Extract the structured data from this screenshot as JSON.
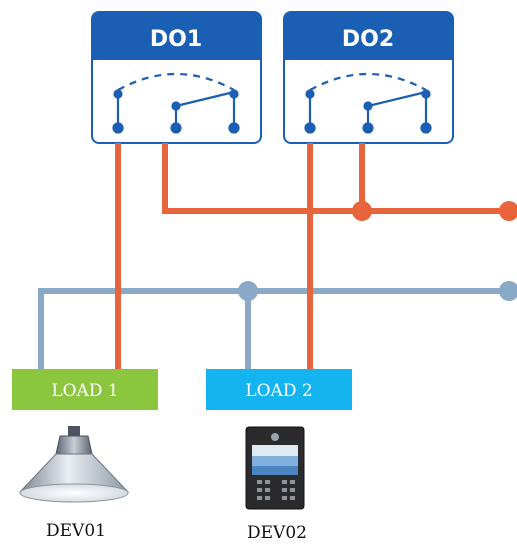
{
  "relays": [
    {
      "label": "DO1"
    },
    {
      "label": "DO2"
    }
  ],
  "loads": [
    {
      "label": "LOAD 1",
      "color": "#8cc63f"
    },
    {
      "label": "LOAD 2",
      "color": "#14b4f0"
    }
  ],
  "devices": [
    {
      "label": "DEV01",
      "icon": "high-bay-lamp-icon"
    },
    {
      "label": "DEV02",
      "icon": "video-intercom-panel-icon"
    }
  ],
  "colors": {
    "relay_header": "#1a5fb4",
    "relay_border": "#1a5fb4",
    "wire_power": "#e8643c",
    "wire_signal": "#8aa9c7"
  }
}
